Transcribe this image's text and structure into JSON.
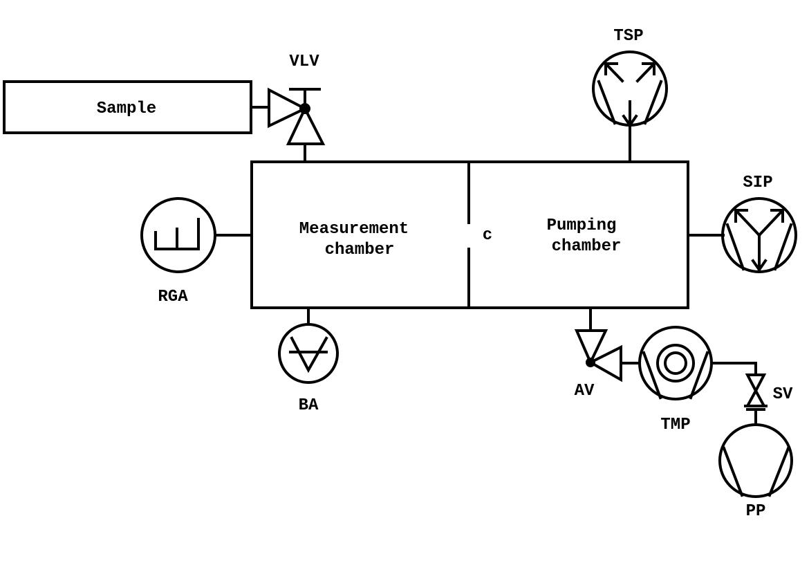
{
  "labels": {
    "sample": "Sample",
    "vlv": "VLV",
    "tsp": "TSP",
    "sip": "SIP",
    "rga": "RGA",
    "ba": "BA",
    "av": "AV",
    "tmp": "TMP",
    "sv": "SV",
    "pp": "PP",
    "conductance": "c",
    "measurement_line1": "Measurement",
    "measurement_line2": "chamber",
    "pumping_line1": "Pumping",
    "pumping_line2": "chamber"
  },
  "colors": {
    "stroke": "#000000",
    "background": "#ffffff"
  }
}
